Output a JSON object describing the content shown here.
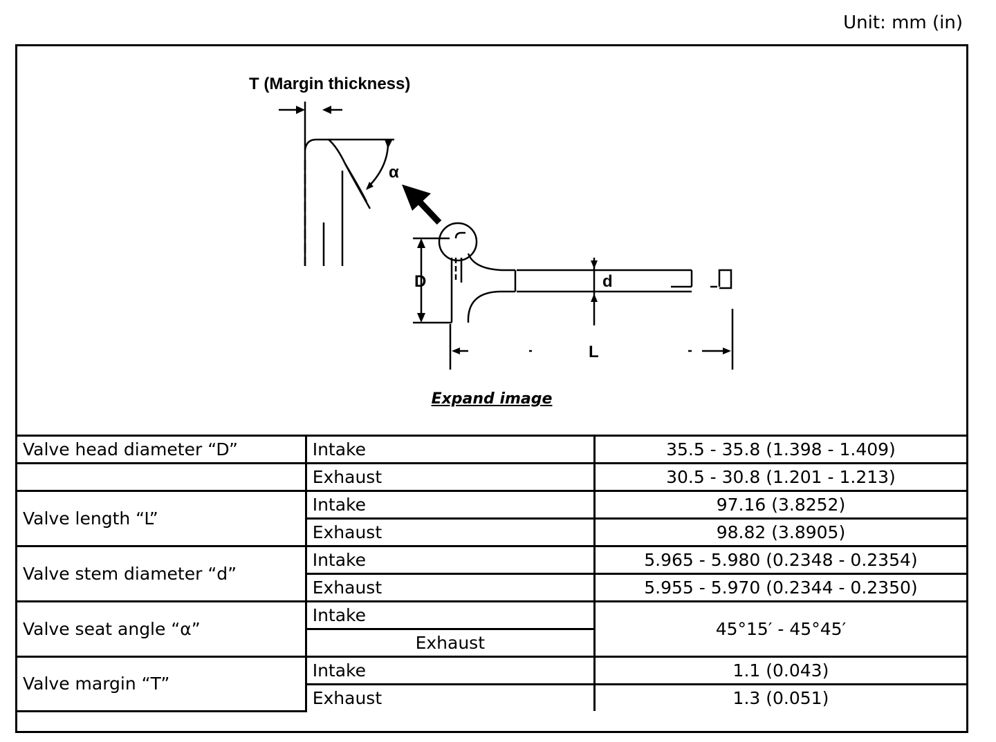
{
  "unit_label": "Unit: mm (in)",
  "figure": {
    "caption_T": "T (Margin thickness)",
    "label_alpha": "α",
    "label_D": "D",
    "label_d": "d",
    "label_L": "L",
    "expand_link": "Expand image"
  },
  "table": {
    "rows": [
      {
        "param": "Valve head diameter “D”",
        "intake_label": "Intake",
        "intake_value": "35.5 - 35.8 (1.398 - 1.409)"
      },
      {
        "exhaust_label": "Exhaust",
        "exhaust_value": "30.5 - 30.8 (1.201 - 1.213)"
      },
      {
        "param": "Valve length “L”",
        "intake_label": "Intake",
        "intake_value": "97.16 (3.8252)",
        "exhaust_label": "Exhaust",
        "exhaust_value": "98.82 (3.8905)"
      },
      {
        "param": "Valve stem diameter “d”",
        "intake_label": "Intake",
        "intake_value": "5.965 - 5.980 (0.2348 - 0.2354)",
        "exhaust_label": "Exhaust",
        "exhaust_value": "5.955 - 5.970 (0.2344 - 0.2350)"
      },
      {
        "param": "Valve seat angle “α”",
        "intake_label": "Intake",
        "exhaust_label": "Exhaust",
        "shared_value": "45°15′ - 45°45′"
      },
      {
        "param": "Valve margin “T”",
        "intake_label": "Intake",
        "intake_value": "1.1 (0.043)",
        "exhaust_label": "Exhaust",
        "exhaust_value": "1.3 (0.051)"
      }
    ]
  }
}
